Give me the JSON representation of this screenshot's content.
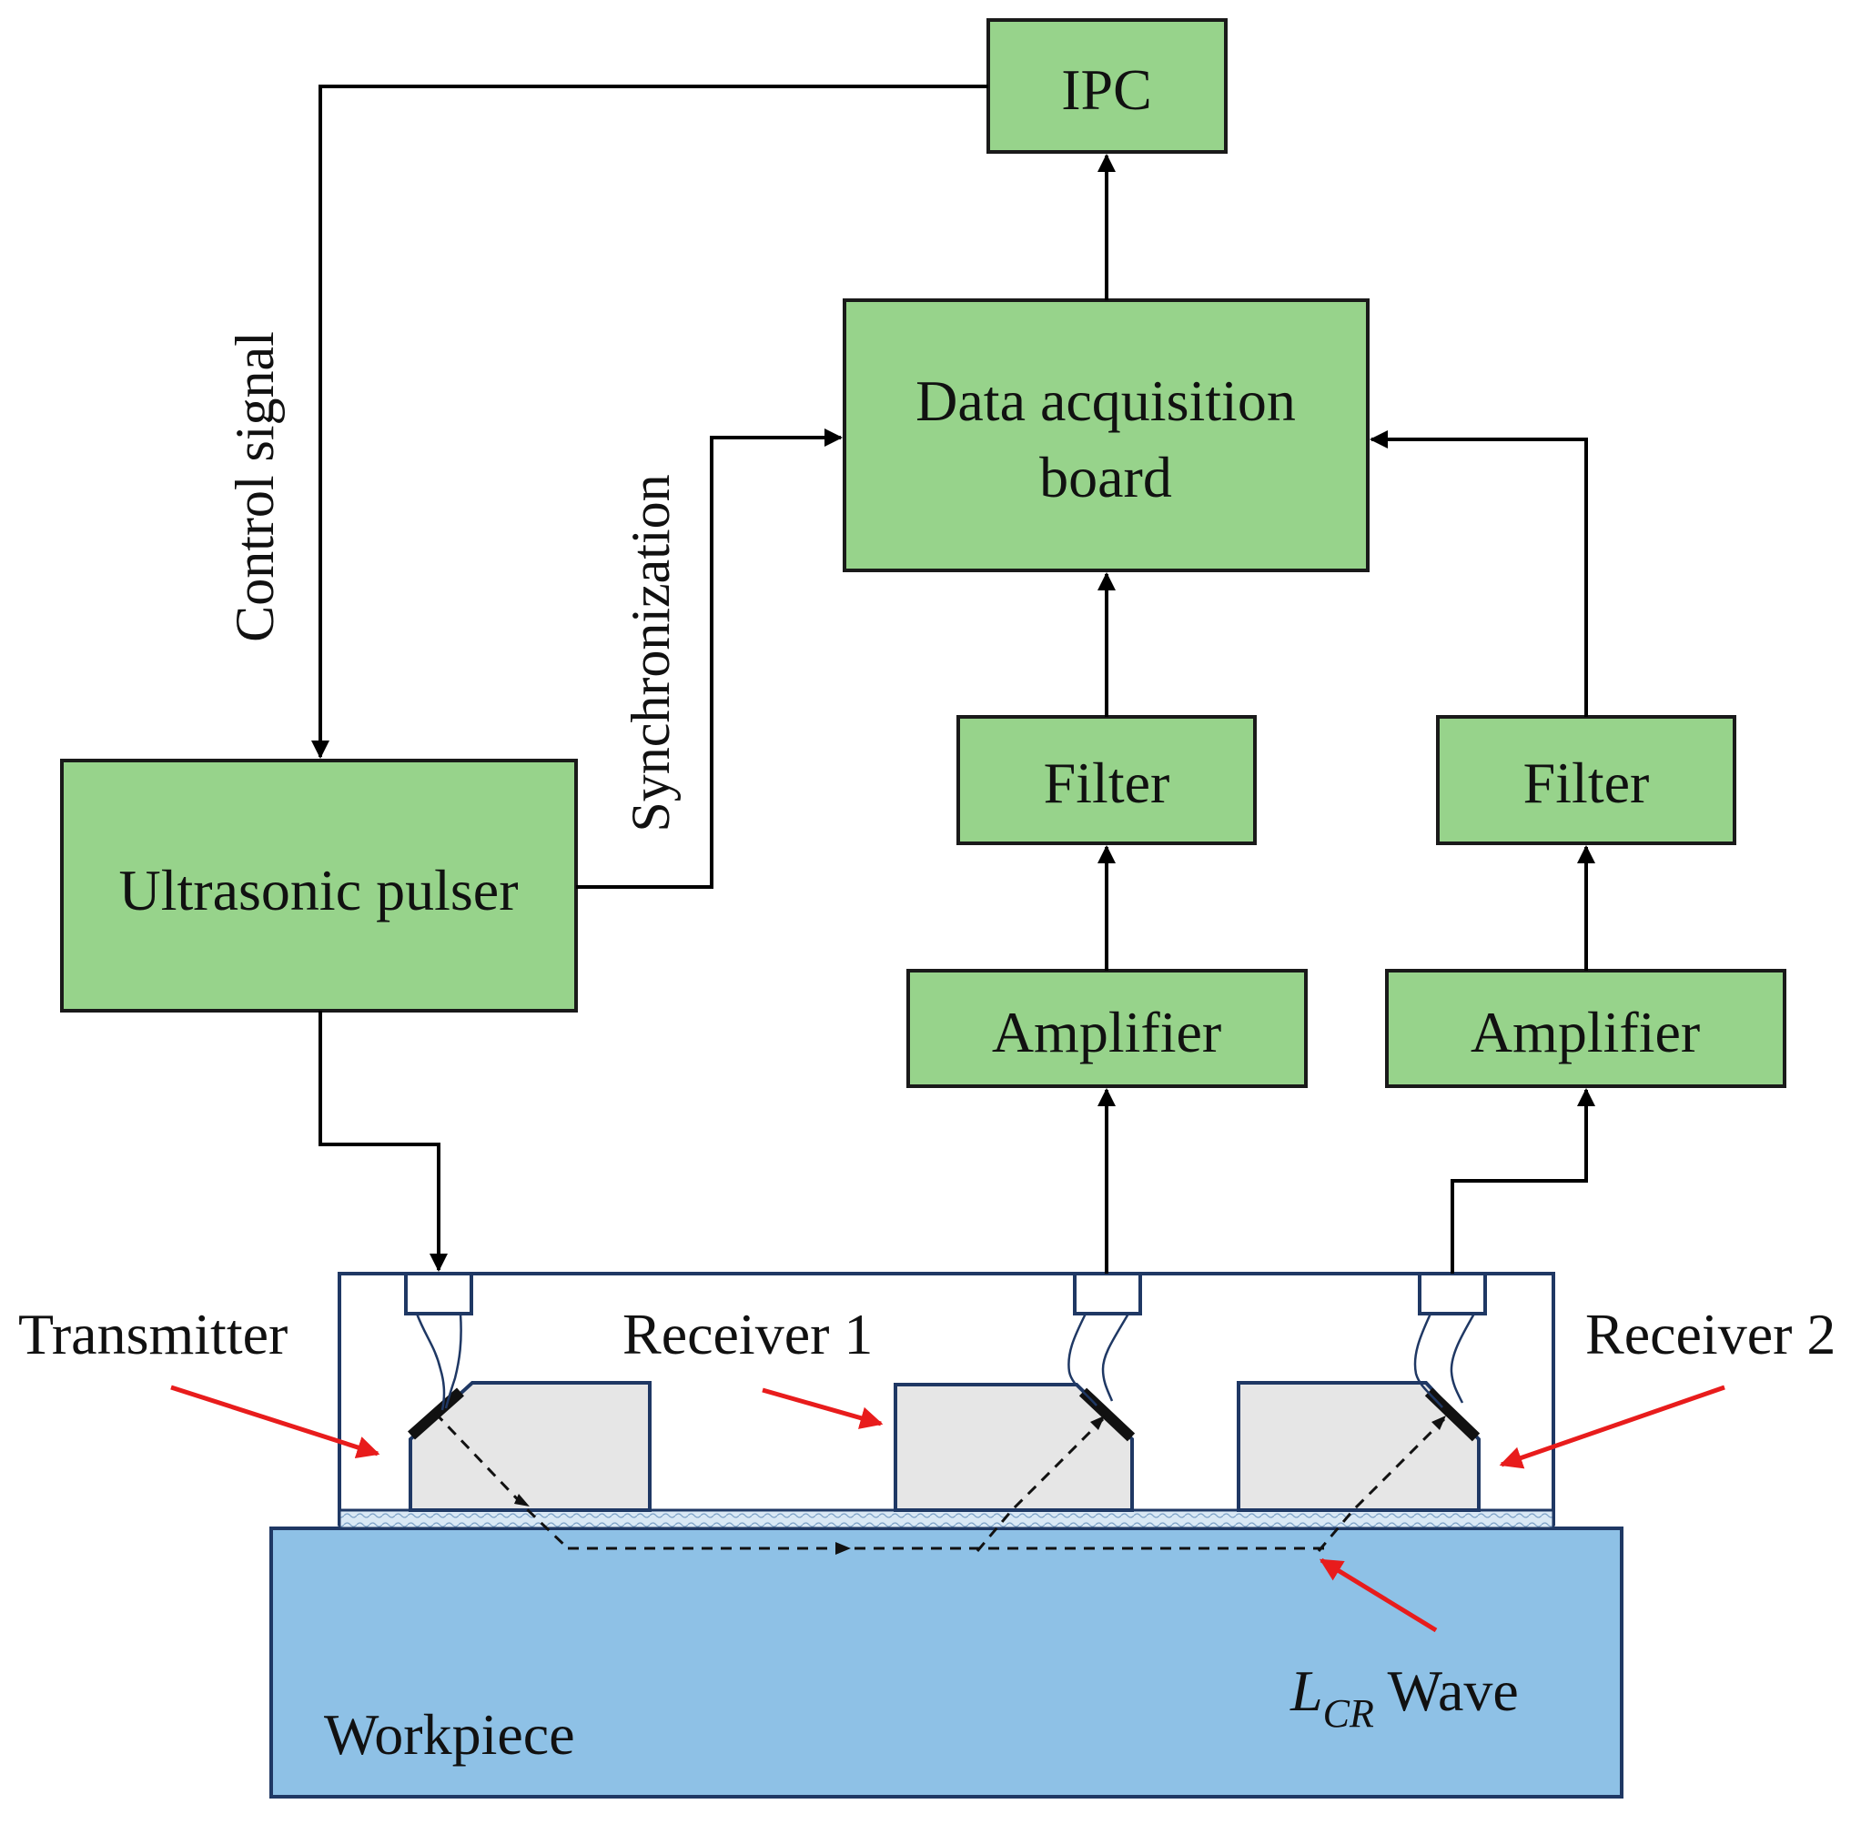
{
  "colors": {
    "box_fill": "#97d38b",
    "box_stroke": "#1a1a1a",
    "housing_stroke": "#1f3864",
    "wedge_fill": "#e6e6e6",
    "workpiece_fill": "#8ec1e6",
    "workpiece_stroke": "#1f3864",
    "couplant_fill": "#c7dcef",
    "arrow_red": "#e81c1c",
    "line": "#000000"
  },
  "blocks": {
    "ipc": "IPC",
    "daq_line1": "Data acquisition",
    "daq_line2": "board",
    "pulser": "Ultrasonic pulser",
    "filter1": "Filter",
    "filter2": "Filter",
    "amp1": "Amplifier",
    "amp2": "Amplifier"
  },
  "signals": {
    "control": "Control signal",
    "sync": "Synchronization"
  },
  "probes": {
    "transmitter": "Transmitter",
    "receiver1": "Receiver 1",
    "receiver2": "Receiver 2"
  },
  "wave": {
    "symbol": "L",
    "subscript": "CR",
    "suffix": " Wave"
  },
  "workpiece": "Workpiece"
}
